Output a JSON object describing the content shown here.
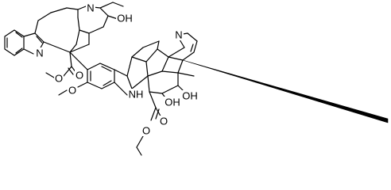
{
  "figure": {
    "kind": "chemical-structure",
    "background": "#ffffff",
    "bond_color": "#000000",
    "label_color": "#000000"
  },
  "atom_labels": {
    "n_piperidine": "N",
    "oh_top": "OH",
    "n_indole": "N",
    "n_vindoline_top": "N",
    "nh_vindoline": "NH",
    "oh_c4": "OH",
    "oh_c3": "OH",
    "o_methoxy_ring": "O",
    "o_ester_left_carbonyl": "O",
    "o_ester_left_alkoxy": "O",
    "o_ester_bottom_carbonyl": "O",
    "o_ester_bottom_alkoxy": "O"
  }
}
